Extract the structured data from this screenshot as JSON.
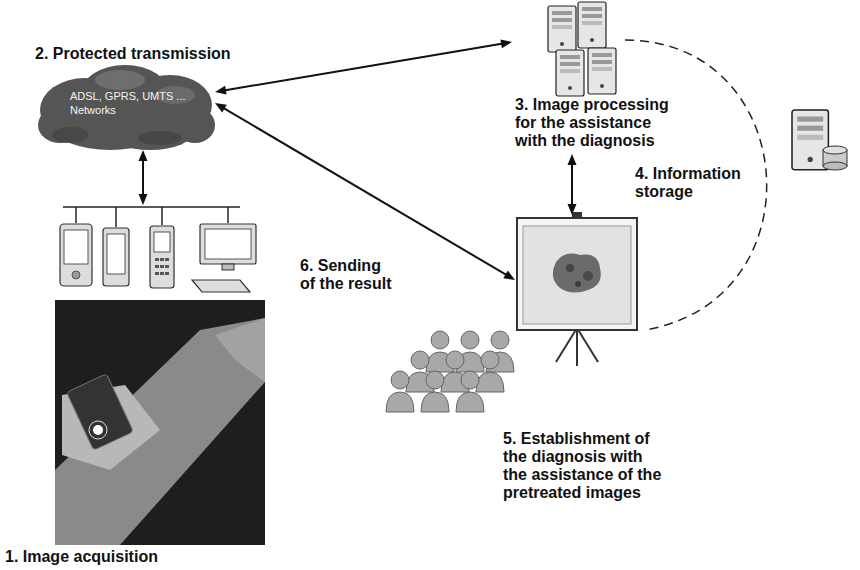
{
  "diagram": {
    "nodes": [
      {
        "text": [
          "1. Image acquisition"
        ]
      },
      {
        "text": [
          "2. Protected transmission",
          "ADSL, GPRS, UMTS ... Networks"
        ]
      },
      {
        "text": [
          "3. Image processing for the assistance with the diagnosis"
        ]
      },
      {
        "text": [
          "5. Establishment of the diagnosis with the assistance of the pretreated images"
        ]
      }
    ],
    "edges": [
      {
        "from": 1,
        "to": 0,
        "arrow": "both"
      },
      {
        "from": 1,
        "to": 2,
        "arrow": "both"
      },
      {
        "from": 2,
        "to": 3,
        "arrow": "both"
      },
      {
        "from": 1,
        "to": 3,
        "arrow": "both",
        "label": "6. Sending of the result"
      }
    ],
    "labels": [
      "4. Information storage"
    ]
  }
}
